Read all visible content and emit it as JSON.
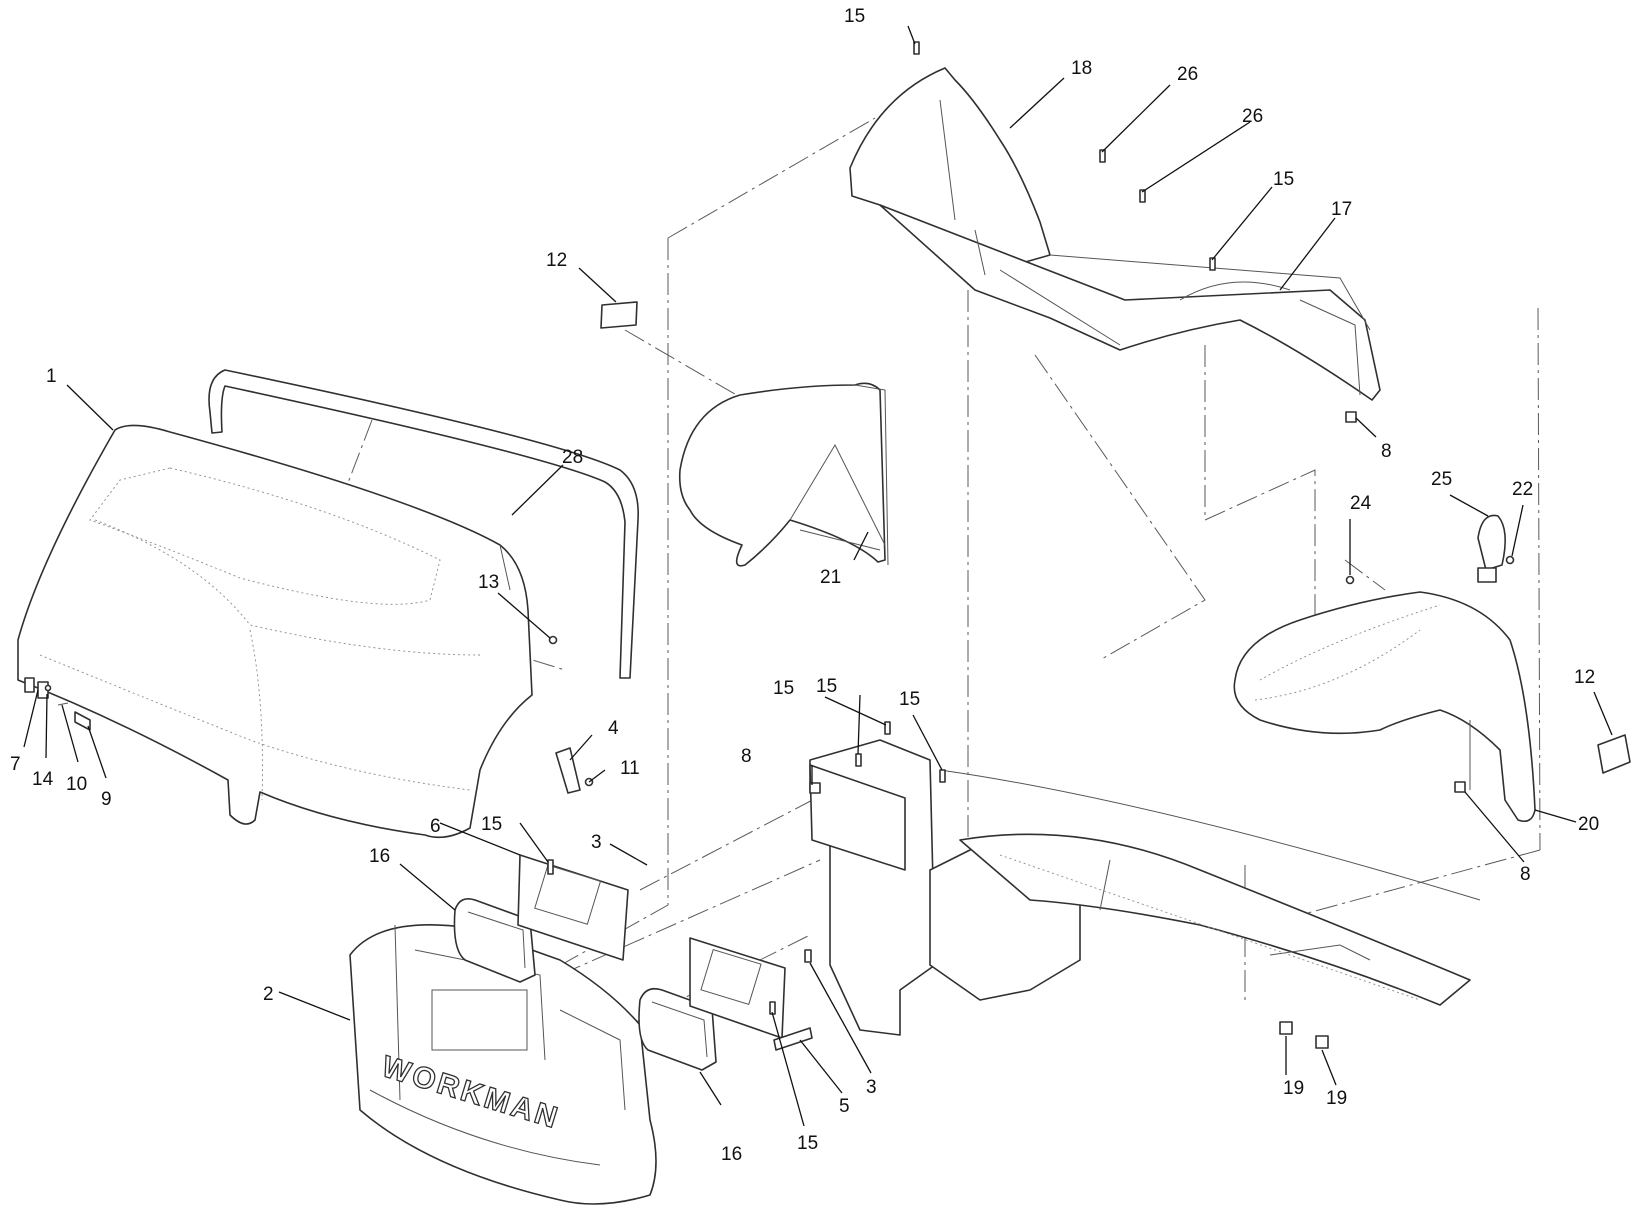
{
  "diagram": {
    "logo_text": "WORKMAN",
    "callouts": [
      {
        "id": "c-1",
        "label": "1"
      },
      {
        "id": "c-28",
        "label": "28"
      },
      {
        "id": "c-13",
        "label": "13"
      },
      {
        "id": "c-7",
        "label": "7"
      },
      {
        "id": "c-14",
        "label": "14"
      },
      {
        "id": "c-10",
        "label": "10"
      },
      {
        "id": "c-9",
        "label": "9"
      },
      {
        "id": "c-4",
        "label": "4"
      },
      {
        "id": "c-11",
        "label": "11"
      },
      {
        "id": "c-15a",
        "label": "15"
      },
      {
        "id": "c-6",
        "label": "6"
      },
      {
        "id": "c-3a",
        "label": "3"
      },
      {
        "id": "c-16a",
        "label": "16"
      },
      {
        "id": "c-2",
        "label": "2"
      },
      {
        "id": "c-12a",
        "label": "12"
      },
      {
        "id": "c-21",
        "label": "21"
      },
      {
        "id": "c-15b",
        "label": "15"
      },
      {
        "id": "c-18",
        "label": "18"
      },
      {
        "id": "c-26a",
        "label": "26"
      },
      {
        "id": "c-26b",
        "label": "26"
      },
      {
        "id": "c-15c",
        "label": "15"
      },
      {
        "id": "c-17",
        "label": "17"
      },
      {
        "id": "c-8a",
        "label": "8"
      },
      {
        "id": "c-8b",
        "label": "8"
      },
      {
        "id": "c-15d",
        "label": "15"
      },
      {
        "id": "c-15e",
        "label": "15"
      },
      {
        "id": "c-15f",
        "label": "15"
      },
      {
        "id": "c-3b",
        "label": "3"
      },
      {
        "id": "c-5",
        "label": "5"
      },
      {
        "id": "c-16b",
        "label": "16"
      },
      {
        "id": "c-15g",
        "label": "15"
      },
      {
        "id": "c-24",
        "label": "24"
      },
      {
        "id": "c-25",
        "label": "25"
      },
      {
        "id": "c-22",
        "label": "22"
      },
      {
        "id": "c-12b",
        "label": "12"
      },
      {
        "id": "c-20",
        "label": "20"
      },
      {
        "id": "c-8c",
        "label": "8"
      },
      {
        "id": "c-19a",
        "label": "19"
      },
      {
        "id": "c-19b",
        "label": "19"
      }
    ]
  }
}
